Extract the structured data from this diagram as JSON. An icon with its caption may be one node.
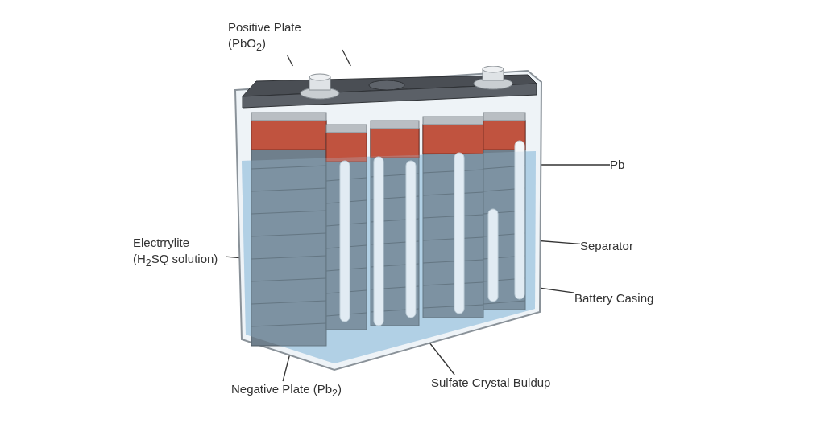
{
  "diagram": {
    "nodes": [
      {
        "text": [
          "Positive Plate (PbO$_{2}$)"
        ]
      },
      {
        "text": [],
        "shape": "box"
      },
      {
        "text": [
          "Pb"
        ]
      },
      {
        "text": [
          "Electrrylite (H$_{2}$SQ solution)"
        ]
      },
      {
        "text": [
          "Separator"
        ]
      },
      {
        "text": [
          "Battery Casing"
        ]
      },
      {
        "text": [
          "Negative Plate (Pb$_{2}$)"
        ]
      },
      {
        "text": [
          "Sulfate Crystal Buldup"
        ]
      }
    ],
    "edges": [
      {
        "from": 0,
        "to": 1,
        "arrow": "none"
      },
      {
        "from": null,
        "to": 1,
        "arrow": "none"
      },
      {
        "from": 2,
        "to": null,
        "arrow": "none"
      },
      {
        "from": 3,
        "to": null,
        "arrow": "none"
      },
      {
        "from": 4,
        "to": null,
        "arrow": "none"
      },
      {
        "from": 5,
        "to": null,
        "arrow": "none"
      },
      {
        "from": 6,
        "to": null,
        "arrow": "none"
      },
      {
        "from": 7,
        "to": null,
        "arrow": "none"
      }
    ]
  }
}
